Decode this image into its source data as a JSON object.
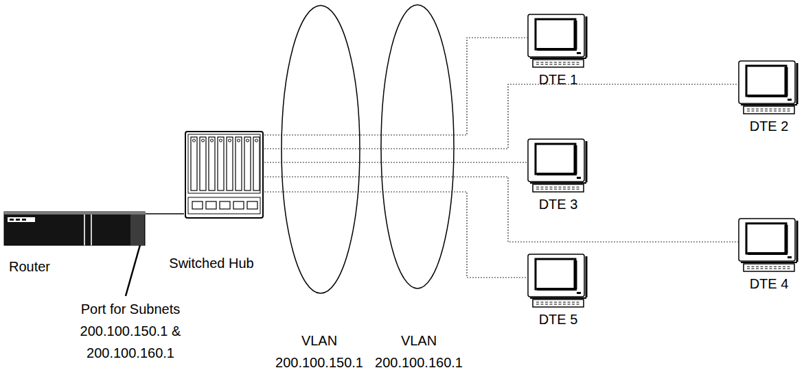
{
  "diagram": {
    "nodes": [
      {
        "text": [
          "Router"
        ]
      },
      {
        "text": [
          "Switched Hub"
        ]
      },
      {
        "text": [
          "VLAN 200.100.150.1"
        ]
      },
      {
        "text": [
          "VLAN 200.100.160.1"
        ]
      },
      {
        "text": [
          "DTE 1"
        ]
      },
      {
        "text": [
          "DTE 2"
        ]
      },
      {
        "text": [
          "DTE 3"
        ]
      },
      {
        "text": [
          "DTE 4"
        ]
      },
      {
        "text": [
          "DTE 5"
        ]
      }
    ],
    "edges": [
      {
        "from": 0,
        "to": 1,
        "arrow": "none"
      },
      {
        "from": 1,
        "to": 4,
        "arrow": "none"
      },
      {
        "from": 1,
        "to": 5,
        "arrow": "none"
      },
      {
        "from": 1,
        "to": 6,
        "arrow": "none"
      },
      {
        "from": 1,
        "to": 7,
        "arrow": "none"
      },
      {
        "from": 1,
        "to": 8,
        "arrow": "none"
      }
    ],
    "labels": [
      "Port for Subnets 200.100.150.1 & 200.100.160.1"
    ]
  }
}
